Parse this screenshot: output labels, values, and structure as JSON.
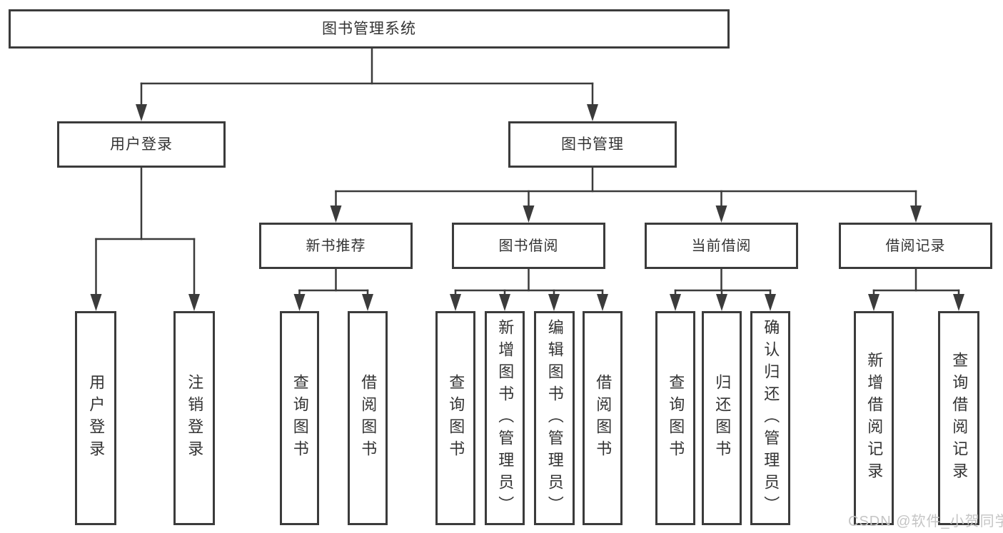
{
  "diagram_title": "图书管理系统",
  "tree": {
    "label": "图书管理系统",
    "children": [
      {
        "label": "用户登录",
        "children": [
          {
            "label": "用户登录"
          },
          {
            "label": "注销登录"
          }
        ]
      },
      {
        "label": "图书管理",
        "children": [
          {
            "label": "新书推荐",
            "children": [
              {
                "label": "查询图书"
              },
              {
                "label": "借阅图书"
              }
            ]
          },
          {
            "label": "图书借阅",
            "children": [
              {
                "label": "查询图书"
              },
              {
                "label": "新增图书（管理员）"
              },
              {
                "label": "编辑图书（管理员）"
              },
              {
                "label": "借阅图书"
              }
            ]
          },
          {
            "label": "当前借阅",
            "children": [
              {
                "label": "查询图书"
              },
              {
                "label": "归还图书"
              },
              {
                "label": "确认归还（管理员）"
              }
            ]
          },
          {
            "label": "借阅记录",
            "children": [
              {
                "label": "新增借阅记录"
              },
              {
                "label": "查询借阅记录"
              }
            ]
          }
        ]
      }
    ]
  },
  "watermark": "CSDN @软件_小贺同学",
  "colors": {
    "line": "#3b3b3b",
    "border": "#3b3b3b",
    "text": "#333333",
    "background": "#ffffff",
    "watermark": "#c5c5c5"
  }
}
